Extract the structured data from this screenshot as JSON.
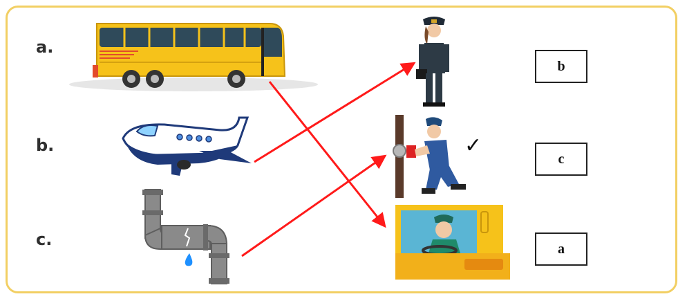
{
  "rows": [
    {
      "label": "a.",
      "item": "bus-icon"
    },
    {
      "label": "b.",
      "item": "airplane-icon"
    },
    {
      "label": "c.",
      "item": "pipe-icon"
    }
  ],
  "targets": [
    {
      "item": "pilot-icon"
    },
    {
      "item": "plumber-icon"
    },
    {
      "item": "bus-driver-icon"
    }
  ],
  "answers": [
    "b",
    "c",
    "a"
  ],
  "check_mark": "✓",
  "colors": {
    "frame": "#f2cf63",
    "arrow": "#ff1a1a",
    "bus": "#f6c21a",
    "plane": "#1f3a7a",
    "pipe": "#8a8a8a"
  }
}
